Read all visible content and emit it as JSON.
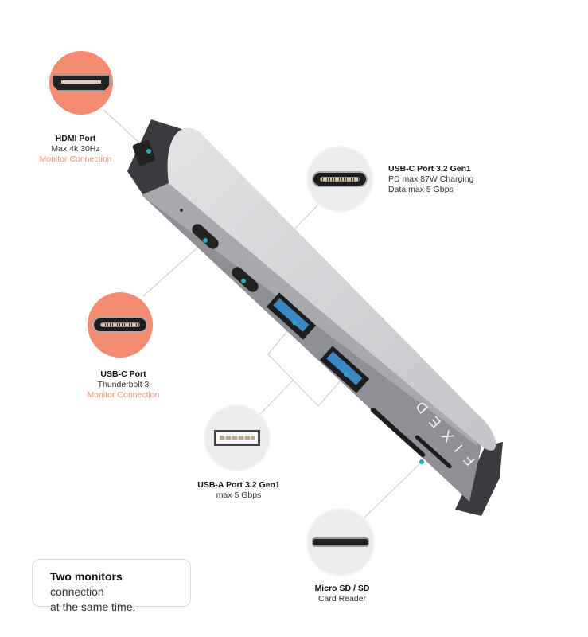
{
  "device": {
    "brand": "FIXED",
    "colors": {
      "body": "#c9cacc",
      "accent": "#f48a6f",
      "callout_dot": "#2aa7c9"
    }
  },
  "callouts": [
    {
      "id": "hdmi",
      "icon": "hdmi-port-icon",
      "title": "HDMI Port",
      "line1": "Max 4k 30Hz",
      "highlight": "Monitor Connection",
      "circle_color": "#f48a6f"
    },
    {
      "id": "usbc-pd",
      "icon": "usb-c-port-icon",
      "title": "USB-C Port 3.2 Gen1",
      "line1": "PD max 87W Charging",
      "line2": "Data max 5 Gbps",
      "circle_color": "#ececec"
    },
    {
      "id": "usbc-tb",
      "icon": "usb-c-port-icon",
      "title": "USB-C Port",
      "line1": "Thunderbolt 3",
      "highlight": "Monitor Connection",
      "circle_color": "#f48a6f"
    },
    {
      "id": "usba",
      "icon": "usb-a-port-icon",
      "title": "USB-A Port 3.2 Gen1",
      "line1": "max 5 Gbps",
      "circle_color": "#ececec"
    },
    {
      "id": "sd",
      "icon": "sd-card-slot-icon",
      "title": "Micro SD / SD",
      "line1": "Card Reader",
      "circle_color": "#ececec"
    }
  ],
  "note": {
    "bold": "Two monitors",
    "rest": " connection",
    "line2": "at the same time."
  }
}
